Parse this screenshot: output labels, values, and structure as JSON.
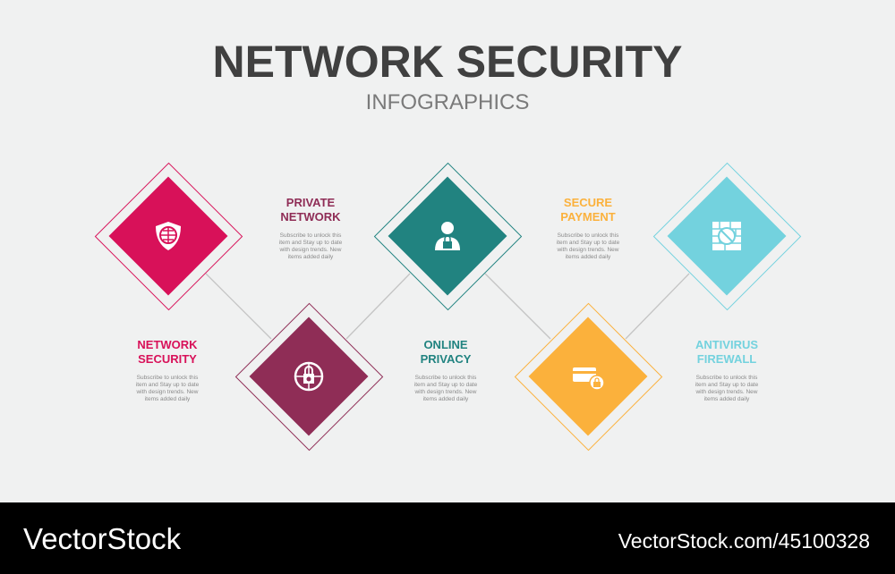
{
  "header": {
    "title": "NETWORK SECURITY",
    "subtitle": "INFOGRAPHICS"
  },
  "items": [
    {
      "title1": "NETWORK",
      "title2": "SECURITY",
      "desc": "Subscribe to unlock this item and Stay up to date with design trends. New items added daily",
      "color": "#d81159",
      "icon": "shield-globe-icon"
    },
    {
      "title1": "PRIVATE",
      "title2": "NETWORK",
      "desc": "Subscribe to unlock this item and Stay up to date with design trends. New items added daily",
      "color": "#8f2d56",
      "icon": "globe-lock-icon"
    },
    {
      "title1": "ONLINE",
      "title2": "PRIVACY",
      "desc": "Subscribe to unlock this item and Stay up to date with design trends. New items added daily",
      "color": "#218380",
      "icon": "user-lock-icon"
    },
    {
      "title1": "SECURE",
      "title2": "PAYMENT",
      "desc": "Subscribe to unlock this item and Stay up to date with design trends. New items added daily",
      "color": "#fbb13c",
      "icon": "card-lock-icon"
    },
    {
      "title1": "ANTIVIRUS",
      "title2": "FIREWALL",
      "desc": "Subscribe to unlock this item and Stay up to date with design trends. New items added daily",
      "color": "#73d2de",
      "icon": "firewall-icon"
    }
  ],
  "footer": {
    "brand": "VectorStock",
    "image_id": "VectorStock.com/45100328"
  }
}
